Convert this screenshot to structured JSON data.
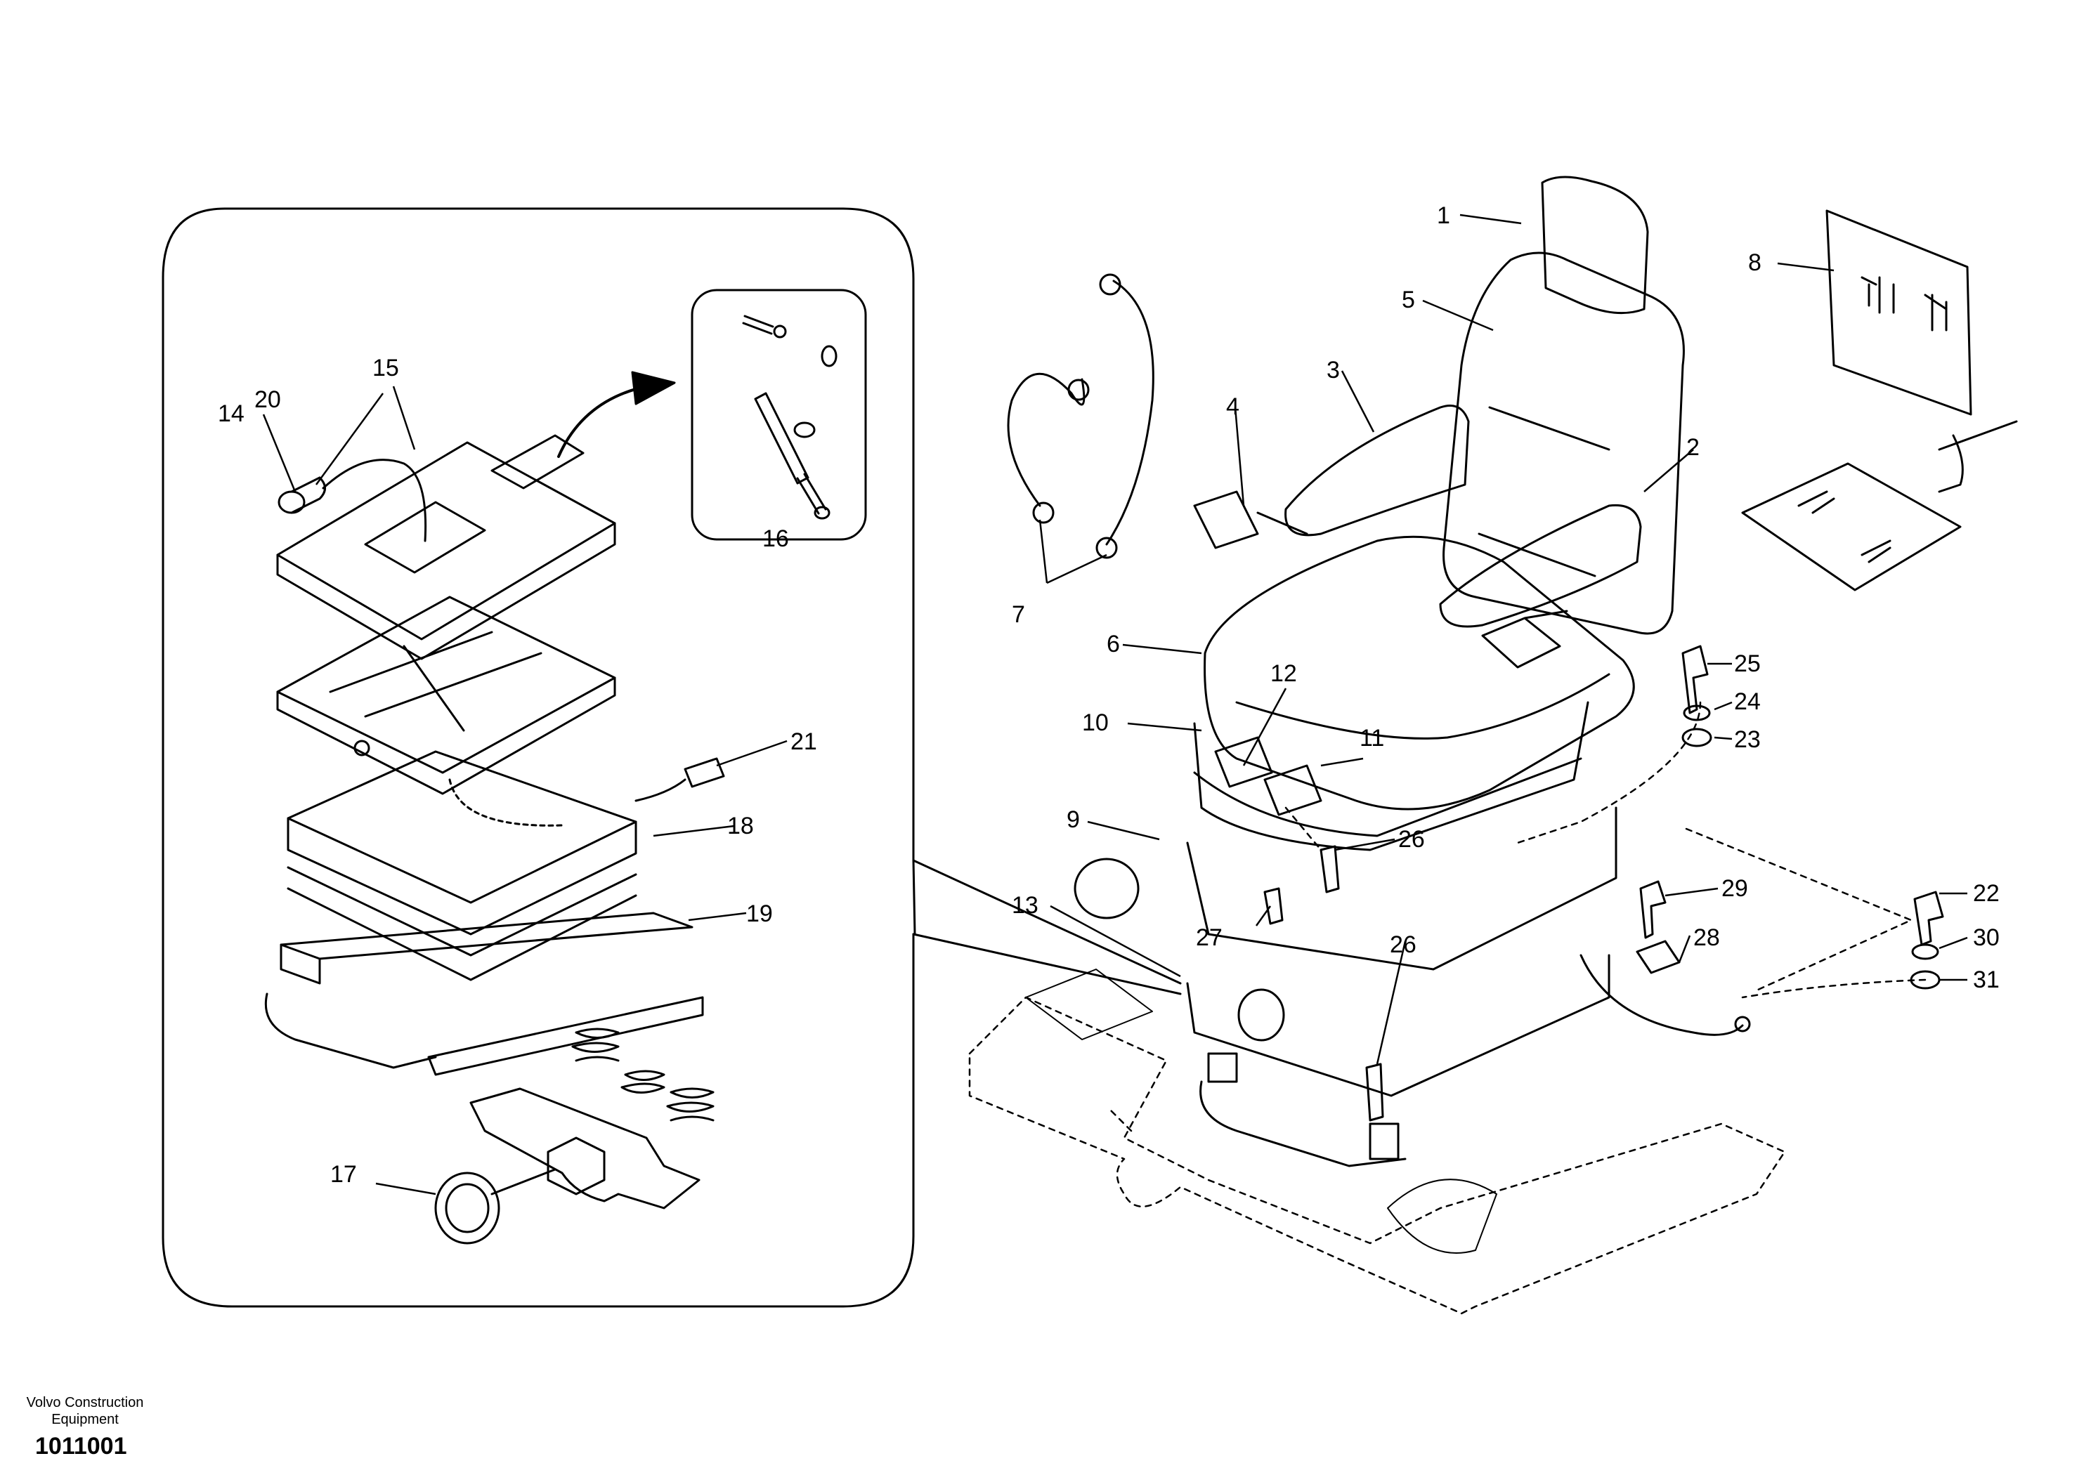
{
  "footer": {
    "company_line_1": "Volvo Construction",
    "company_line_2": "Equipment",
    "drawing_number": "1011001"
  },
  "callouts": {
    "c1": "1",
    "c2": "2",
    "c3": "3",
    "c4": "4",
    "c5": "5",
    "c6": "6",
    "c7": "7",
    "c8": "8",
    "c9": "9",
    "c10": "10",
    "c11": "11",
    "c12": "12",
    "c13": "13",
    "c14": "14",
    "c15": "15",
    "c16": "16",
    "c17": "17",
    "c18": "18",
    "c19": "19",
    "c20": "20",
    "c21": "21",
    "c22": "22",
    "c23": "23",
    "c24": "24",
    "c25": "25",
    "c26a": "26",
    "c26b": "26",
    "c27": "27",
    "c28": "28",
    "c29": "29",
    "c30": "30",
    "c31": "31"
  }
}
